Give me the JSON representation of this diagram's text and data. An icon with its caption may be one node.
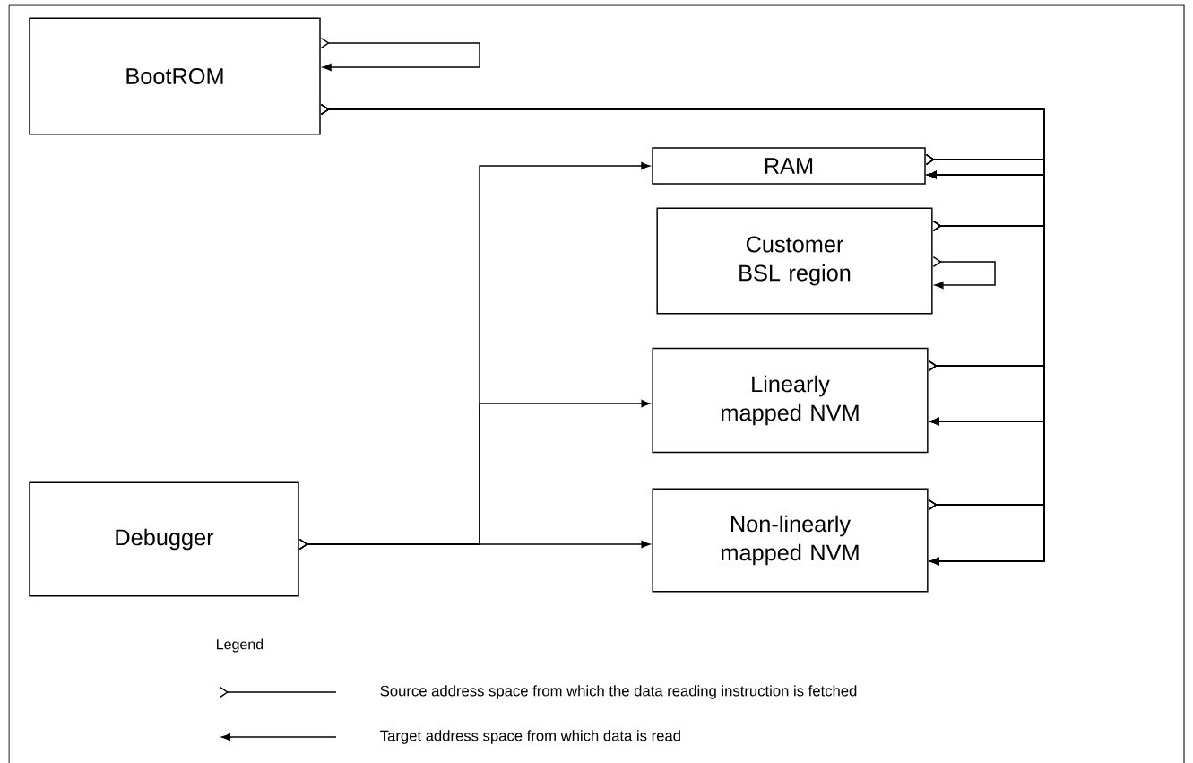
{
  "diagram": {
    "nodes": [
      {
        "text": [
          "BootROM"
        ]
      },
      {
        "text": [
          "RAM"
        ]
      },
      {
        "text": [
          "Customer BSL region"
        ]
      },
      {
        "text": [
          "Linearly mapped NVM"
        ]
      },
      {
        "text": [
          "Non-linearly mapped NVM"
        ]
      },
      {
        "text": [
          "Debugger"
        ]
      }
    ],
    "edges": [
      {
        "from": 0,
        "to": 0,
        "arrow": "to"
      },
      {
        "from": 0,
        "to": 1,
        "arrow": "to"
      },
      {
        "from": 0,
        "to": 3,
        "arrow": "to"
      },
      {
        "from": 0,
        "to": 4,
        "arrow": "to"
      },
      {
        "from": 1,
        "to": 1,
        "arrow": "to"
      },
      {
        "from": 1,
        "to": 3,
        "arrow": "to"
      },
      {
        "from": 1,
        "to": 4,
        "arrow": "to"
      },
      {
        "from": 2,
        "to": 1,
        "arrow": "to"
      },
      {
        "from": 2,
        "to": 3,
        "arrow": "to"
      },
      {
        "from": 2,
        "to": 4,
        "arrow": "to"
      },
      {
        "from": 3,
        "to": 1,
        "arrow": "to"
      },
      {
        "from": 3,
        "to": 3,
        "arrow": "to"
      },
      {
        "from": 3,
        "to": 4,
        "arrow": "to"
      },
      {
        "from": 4,
        "to": 1,
        "arrow": "to"
      },
      {
        "from": 4,
        "to": 3,
        "arrow": "to"
      },
      {
        "from": 4,
        "to": 4,
        "arrow": "to"
      },
      {
        "from": 2,
        "to": 2,
        "arrow": "to"
      },
      {
        "from": 5,
        "to": 1,
        "arrow": "to"
      },
      {
        "from": 5,
        "to": 3,
        "arrow": "to"
      },
      {
        "from": 5,
        "to": 4,
        "arrow": "to"
      }
    ],
    "labels": [
      "Legend"
    ],
    "legend": [
      {
        "text": "Source address space from which the data reading instruction is fetched"
      },
      {
        "text": "Target address space from which data is read"
      }
    ]
  }
}
